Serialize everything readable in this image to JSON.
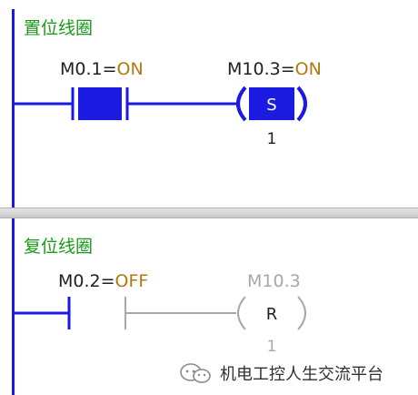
{
  "networks": [
    {
      "title": "置位线圈",
      "contact": {
        "address": "M0.1=",
        "state": "ON"
      },
      "coil": {
        "address": "M10.3=",
        "state": "ON",
        "letter": "S",
        "count": "1"
      }
    },
    {
      "title": "复位线圈",
      "contact": {
        "address": "M0.2=",
        "state": "OFF"
      },
      "coil": {
        "address": "M10.3",
        "letter": "R",
        "count": "1"
      }
    }
  ],
  "watermark": {
    "text": "机电工控人生交流平台"
  },
  "colors": {
    "active": "#1a1ae0",
    "inactive": "#a8a8a8",
    "title": "#1a9a1a",
    "state": "#b07a10",
    "address": "#202020"
  }
}
